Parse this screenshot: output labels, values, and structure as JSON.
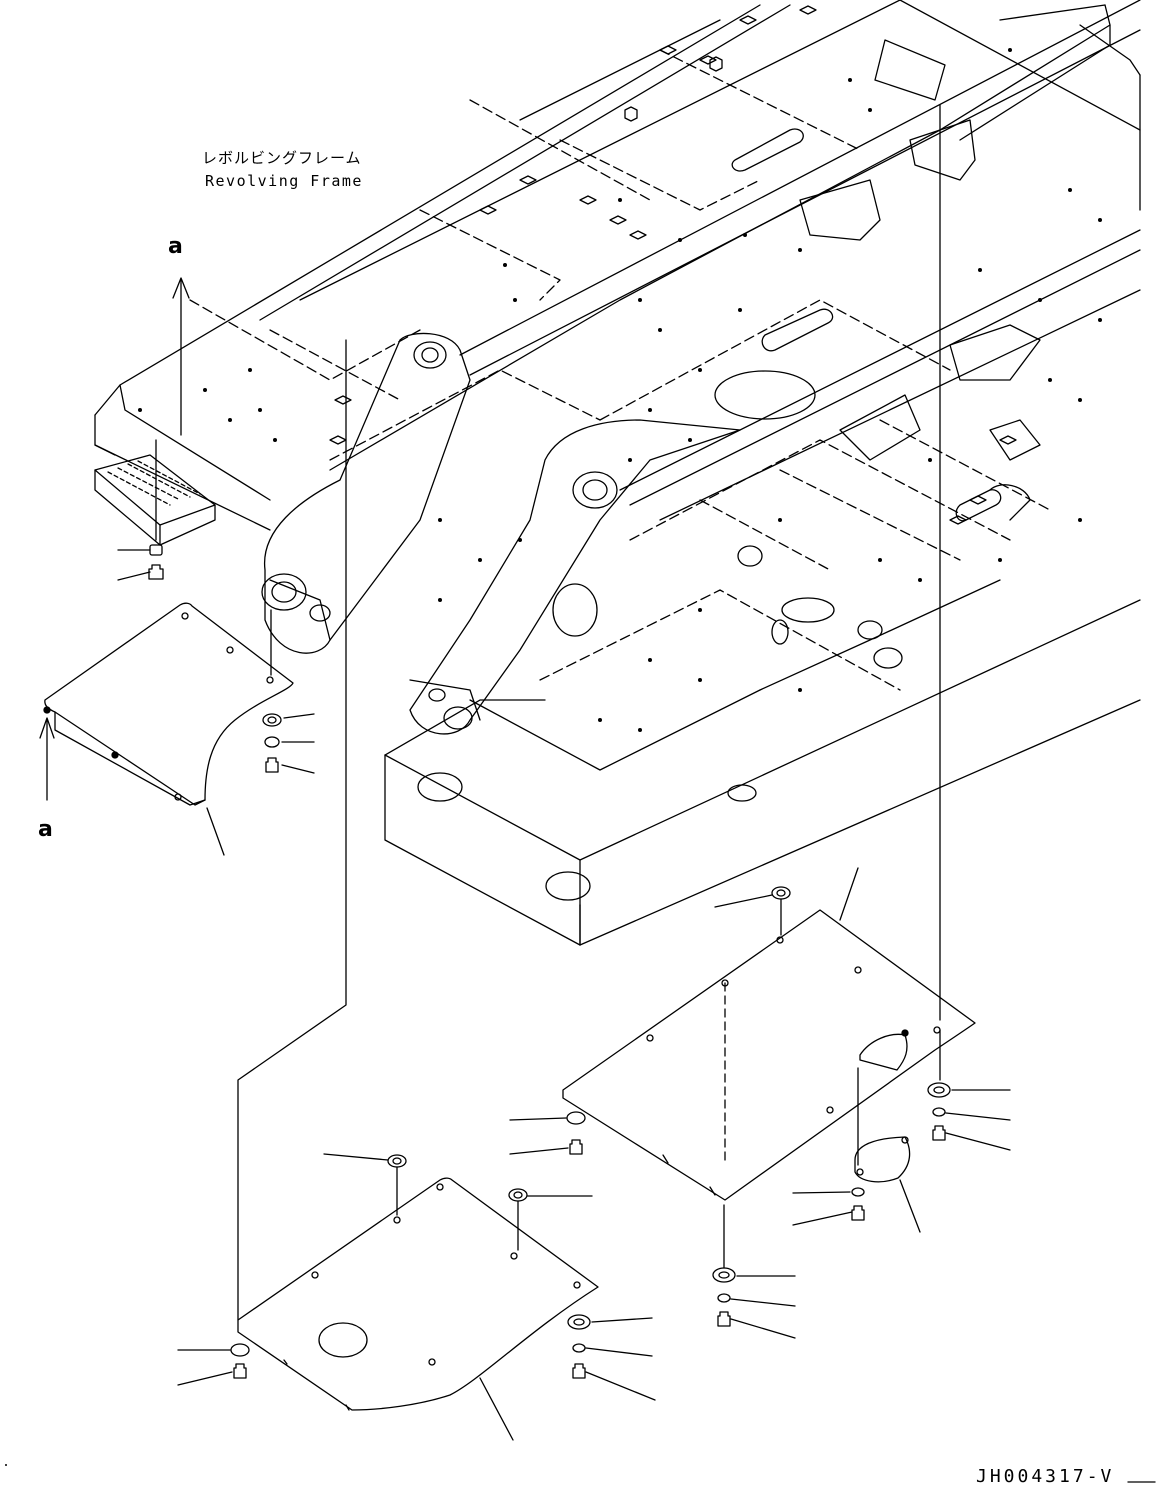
{
  "labels": {
    "frame_jp": "レボルビングフレーム",
    "frame_en": "Revolving Frame",
    "ref_top": "a",
    "ref_bottom": "a",
    "drawing_code": "JH004317-V"
  },
  "colors": {
    "line": "#000000",
    "background": "#ffffff"
  }
}
